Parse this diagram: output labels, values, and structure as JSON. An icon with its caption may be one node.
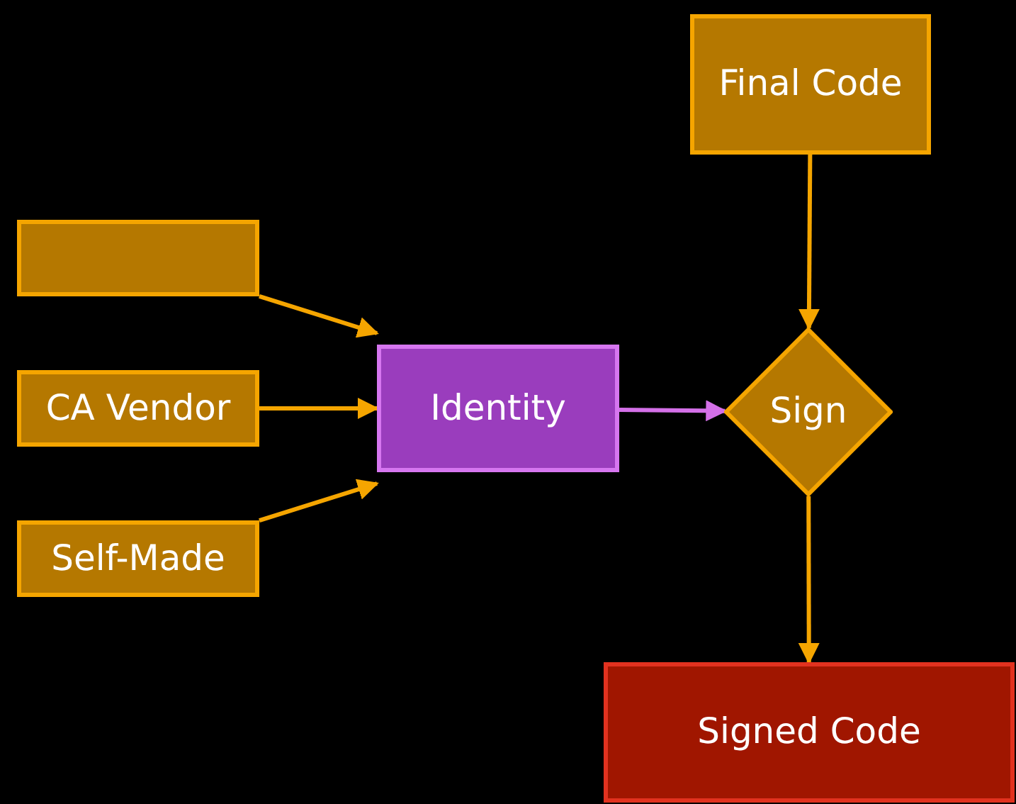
{
  "diagram": {
    "nodes": [
      {
        "text": [
          "Final Code"
        ]
      },
      {
        "text": [],
        "shape": "box"
      },
      {
        "text": [
          "CA Vendor"
        ]
      },
      {
        "text": [
          "Self-Made"
        ]
      },
      {
        "text": [
          "Identity"
        ]
      },
      {
        "text": [
          "Sign"
        ]
      },
      {
        "text": [
          "Signed Code"
        ]
      }
    ],
    "edges": [
      {
        "from": 1,
        "to": 4,
        "arrow": "to"
      },
      {
        "from": 2,
        "to": 4,
        "arrow": "to"
      },
      {
        "from": 3,
        "to": 4,
        "arrow": "to"
      },
      {
        "from": 4,
        "to": 5,
        "arrow": "to",
        "color": "#d470e8"
      },
      {
        "from": 0,
        "to": 5,
        "arrow": "to"
      },
      {
        "from": 5,
        "to": 6,
        "arrow": "to"
      }
    ]
  }
}
